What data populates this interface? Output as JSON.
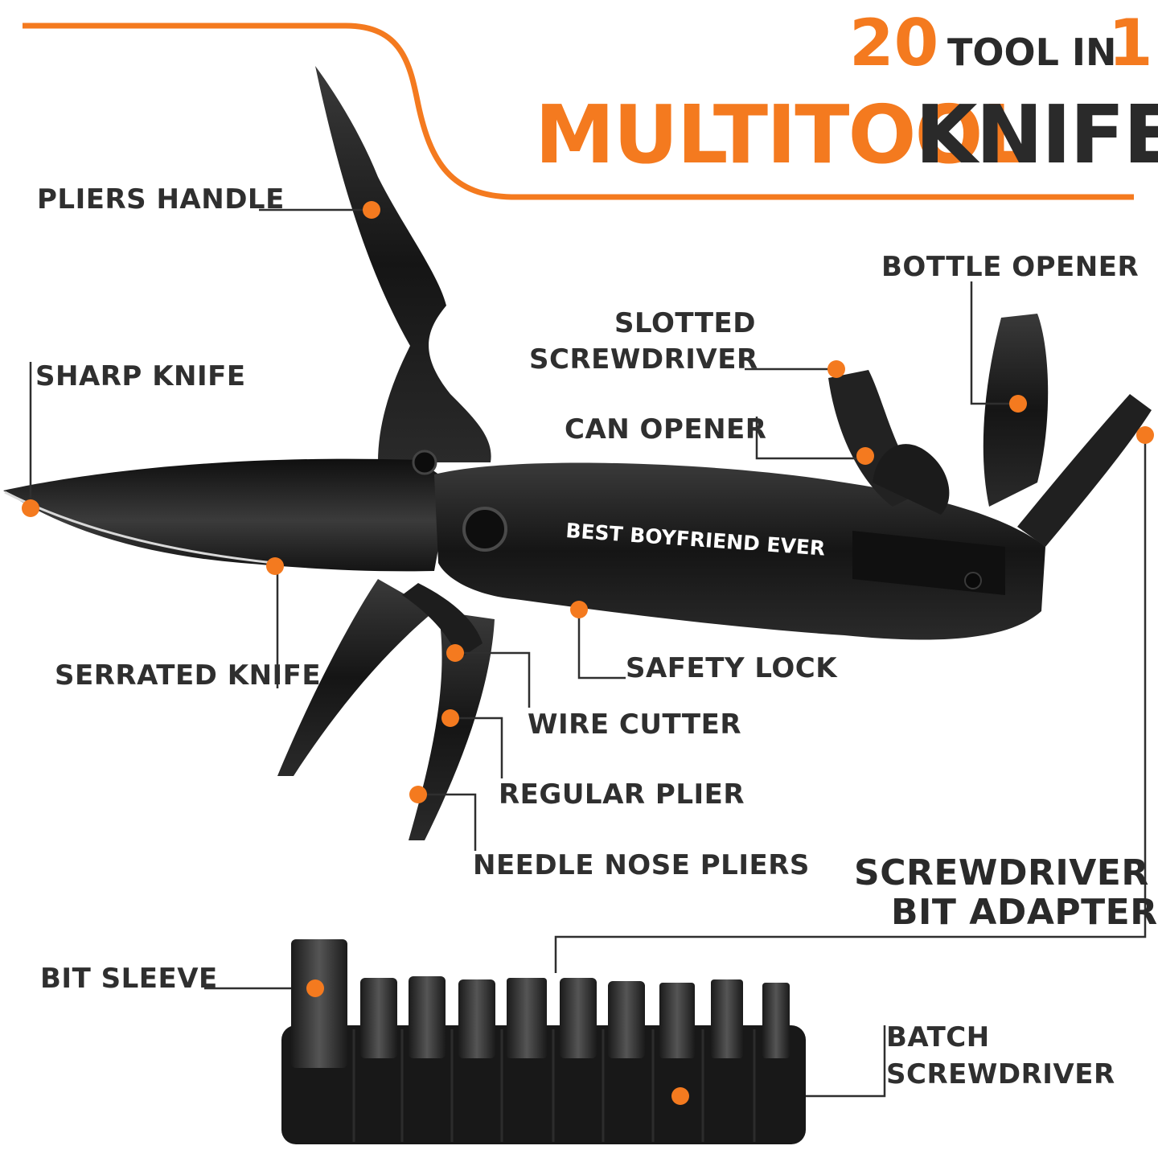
{
  "header": {
    "title_number_left": "20",
    "title_middle": "TOOL IN",
    "title_number_right": "1",
    "title_line2_orange": "MULTITOOL",
    "title_line2_dark": "KNIFE"
  },
  "engraving": "BEST BOYFRIEND EVER",
  "labels": {
    "pliers_handle": "PLIERS HANDLE",
    "sharp_knife": "SHARP KNIFE",
    "serrated_knife": "SERRATED KNIFE",
    "bottle_opener": "BOTTLE OPENER",
    "slotted_line1": "SLOTTED",
    "slotted_line2": "SCREWDRIVER",
    "can_opener": "CAN OPENER",
    "safety_lock": "SAFETY LOCK",
    "wire_cutter": "WIRE CUTTER",
    "regular_plier": "REGULAR PLIER",
    "needle_nose": "NEEDLE NOSE PLIERS",
    "adapter_line1": "SCREWDRIVER",
    "adapter_line2": "BIT ADAPTER",
    "bit_sleeve": "BIT SLEEVE",
    "batch_line1": "BATCH",
    "batch_line2": "SCREWDRIVER"
  },
  "colors": {
    "accent": "#f47a1f",
    "dark_text": "#2f2f2f",
    "tool_black": "#1b1b1b"
  }
}
